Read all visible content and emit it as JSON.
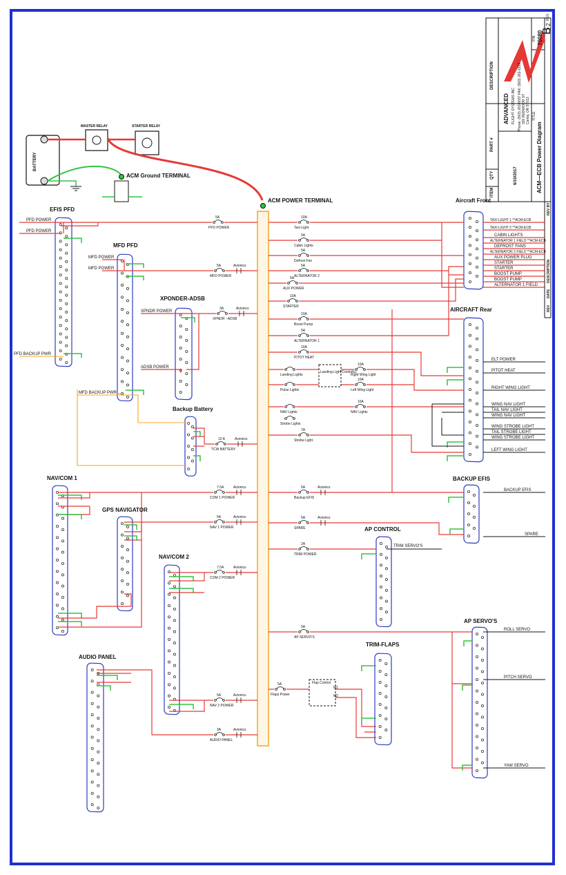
{
  "colors": {
    "frame": "#1e2fd1",
    "power": "#e53935",
    "ground": "#34c242",
    "backup": "#f5a623",
    "bus": "#f5a623",
    "connector": "#2b3bbd",
    "logo": "#e53935"
  },
  "terminals": {
    "master_relay": "MASTER RELAY",
    "starter_relay": "STARTER RELAY",
    "battery": "BATTERY",
    "ground": "ACM Ground TERMINAL",
    "power": "ACM POWER TERMINAL"
  },
  "connectors": {
    "efis_pfd": {
      "title": "EFIS PFD",
      "wires": [
        "PFD POWER",
        "PFD POWER",
        "PFD BACKUP PWR"
      ]
    },
    "mfd_pfd": {
      "title": "MFD PFD",
      "wires": [
        "MFD POWER",
        "MFD POWER",
        "MFD BACKUP PWR"
      ]
    },
    "xponder": {
      "title": "XPONDER-ADSB",
      "wires": [
        "XPNDR POWER",
        "ADSB POWER"
      ]
    },
    "backup_battery": {
      "title": "Backup Battery"
    },
    "navcom1": {
      "title": "NAV/COM 1"
    },
    "gps": {
      "title": "GPS NAVIGATOR"
    },
    "navcom2": {
      "title": "NAV/COM 2"
    },
    "audio": {
      "title": "AUDIO PANEL"
    },
    "ap_control": {
      "title": "AP CONTROL",
      "wires": [
        "TRIM SERVO'S"
      ]
    },
    "trim_flaps": {
      "title": "TRIM-FLAPS",
      "wires": [
        "M1",
        "M2"
      ],
      "relay": "Flap Control"
    },
    "aircraft_front": {
      "title": "Aircraft Front",
      "wires": [
        "TAXI LIGHT 1  **ACM-ECB",
        "TAXI LIGHT 2  **ACM-ECB",
        "CABIN LIGHTS",
        "ALTERNATOR 1 FIELD **ACM-ECB",
        "DEFROST FANS",
        "ALTERNATOR 2 FIELD **ACM-ECB",
        "AUX POWER PLUG",
        "STARTER",
        "STARTER",
        "BOOST PUMP",
        "BOOST PUMP",
        "ALTERNATOR 1 FIELD"
      ]
    },
    "aircraft_rear": {
      "title": "AIRCRAFT Rear",
      "wires": [
        "ELT POWER",
        "PITOT HEAT",
        "RIGHT WING LIGHT",
        "WING NAV LIGHT",
        "TAIL NAV LIGHT",
        "WING NAV LIGHT",
        "WING STROBE LIGHT",
        "TAIL STROBE LIGHT",
        "WING STROBE LIGHT",
        "LEFT WING LIGHT"
      ],
      "controller": "Landing Light Controller"
    },
    "backup_efis": {
      "title": "BACKUP EFIS",
      "wires": [
        "BACKUP EFIS",
        "SPARE"
      ]
    },
    "ap_servos": {
      "title": "AP SERVO'S",
      "wires": [
        "ROLL SERVO",
        "PITCH SERVO",
        "YAW SERVO"
      ]
    }
  },
  "breakers": {
    "pfd": {
      "rating": "5A",
      "label": "PFD POWER"
    },
    "mfd": {
      "rating": "5A",
      "label": "MFD POWER",
      "switch": "Avionics"
    },
    "xpndr": {
      "rating": "3A",
      "label": "XPNDR - ADSB",
      "switch": "Avionics"
    },
    "tcw": {
      "rating": "10 A",
      "label": "TCW BATTERY",
      "switch": "Avionics"
    },
    "com1": {
      "rating": "7.5A",
      "label": "COM 1 POWER",
      "switch": "Avionics"
    },
    "nav1": {
      "rating": "5A",
      "label": "NAV 1 POWER",
      "switch": "Avionics"
    },
    "com2": {
      "rating": "7.5A",
      "label": "COM 2 POWER",
      "switch": "Avionics"
    },
    "nav2": {
      "rating": "5A",
      "label": "NAV 2 POWER",
      "switch": "Avionics"
    },
    "audio": {
      "rating": "3A",
      "label": "AUDIO PANEL",
      "switch": "Avionics"
    },
    "taxi": {
      "rating": "10A",
      "label": "Taxi Light"
    },
    "cabin": {
      "rating": "5A",
      "label": "Cabin Lights"
    },
    "defrost": {
      "rating": "5A",
      "label": "Defrost Fan"
    },
    "alt2": {
      "rating": "5A",
      "label": "ALTERNATOR 2"
    },
    "aux": {
      "rating": "5A",
      "label": "AUX POWER"
    },
    "starter": {
      "rating": "10A",
      "label": "STARTER"
    },
    "boost": {
      "rating": "10A",
      "label": "Boost Pump"
    },
    "alt1": {
      "rating": "5A",
      "label": "ALTERNATOR 1"
    },
    "pitot": {
      "rating": "10A",
      "label": "PITOT HEAT"
    },
    "landing": {
      "label": "Landing Lights"
    },
    "pulse": {
      "label": "Pulse Lights"
    },
    "navlights": {
      "label": "NAV Lights"
    },
    "strobe_sw": {
      "label": "Strobe Lights"
    },
    "right_wing": {
      "rating": "10A",
      "label": "Right Wing Light"
    },
    "left_wing": {
      "rating": "10A",
      "label": "Left Wing Light"
    },
    "nav_out": {
      "rating": "10A",
      "label": "NAV Lights"
    },
    "strobe": {
      "rating": "7A",
      "label": "Strobe Light"
    },
    "backup_efis": {
      "rating": "5A",
      "label": "Backup EFIS",
      "switch": "Avionics"
    },
    "spare": {
      "rating": "5A",
      "label": "SPARE",
      "switch": "Avionics"
    },
    "trim": {
      "rating": "2A",
      "label": "TRIM POWER"
    },
    "ap": {
      "rating": "5A",
      "label": "AP SERVO'S"
    },
    "flaps": {
      "rating": "5A",
      "label": "Flaps Power"
    }
  },
  "title_block": {
    "logo": "ADVANCED",
    "logo_sub": "FLIGHT SYSTEMS INC",
    "address_1": "Phone: (503) 263-0037  FAX: (503) 263-1938",
    "address_2": "320 REDWOOD ST",
    "address_3": "Canby, OR 97013",
    "title_label": "TITLE",
    "title": "ACM—ECB Power Diagram",
    "pn_label": "P/N",
    "pn": "70080",
    "rev_label": "REV",
    "rev_value": "2",
    "size": "B",
    "description": "DESCRIPTION",
    "part": "PART #",
    "qty": "QTY",
    "item": "ITEM",
    "date": "6/10/2017",
    "rev_by": "REV BY",
    "date_col": "DATE",
    "rev_col": "REV"
  }
}
